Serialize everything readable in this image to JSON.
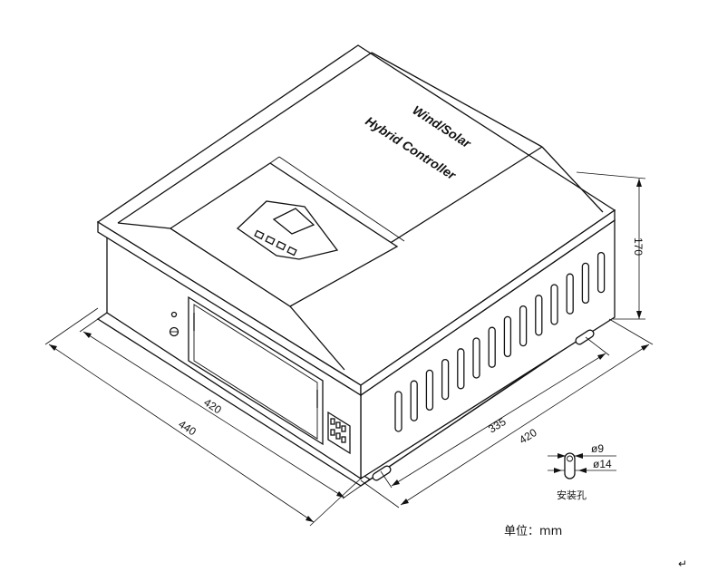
{
  "product": {
    "title_line1": "Wind/Solar",
    "title_line2": "Hybrid  Controller"
  },
  "dimensions": {
    "height": "170",
    "front_width_inner": "420",
    "front_width_outer": "440",
    "side_hole_spacing": "335",
    "side_depth": "420"
  },
  "mounting_hole": {
    "inner_diameter": "ø9",
    "outer_diameter": "ø14",
    "label": "安装孔"
  },
  "unit_label": "单位：mm",
  "return_mark": "↵"
}
